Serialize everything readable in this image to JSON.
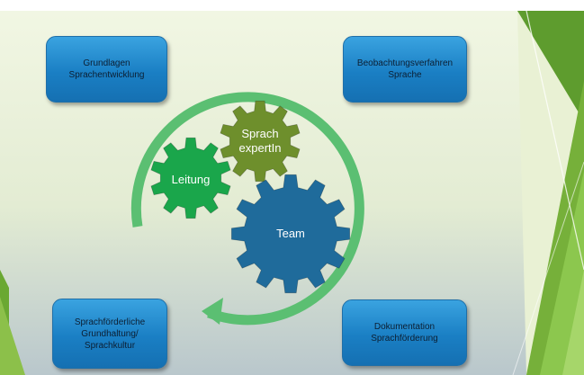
{
  "boxes": {
    "top_left": {
      "line1": "Grundlagen",
      "line2": "Sprachentwicklung"
    },
    "top_right": {
      "line1": "Beobachtungsverfahren",
      "line2": "Sprache"
    },
    "bottom_left": {
      "line1": "Sprachförderliche",
      "line2": "Grundhaltung/",
      "line3": "Sprachkultur"
    },
    "bottom_right": {
      "line1": "Dokumentation",
      "line2": "Sprachförderung"
    }
  },
  "gears": {
    "sprach": {
      "line1": "Sprach",
      "line2": "expertIn",
      "color": "#6e8f2c"
    },
    "leitung": {
      "label": "Leitung",
      "color": "#1aa64b"
    },
    "team": {
      "label": "Team",
      "color": "#1f6b9b"
    }
  },
  "colors": {
    "background": "#ebf2d6",
    "accent_green": "#6aa832",
    "cycle_arrow": "#5bbf72",
    "box_fill": "#1f87cc"
  }
}
